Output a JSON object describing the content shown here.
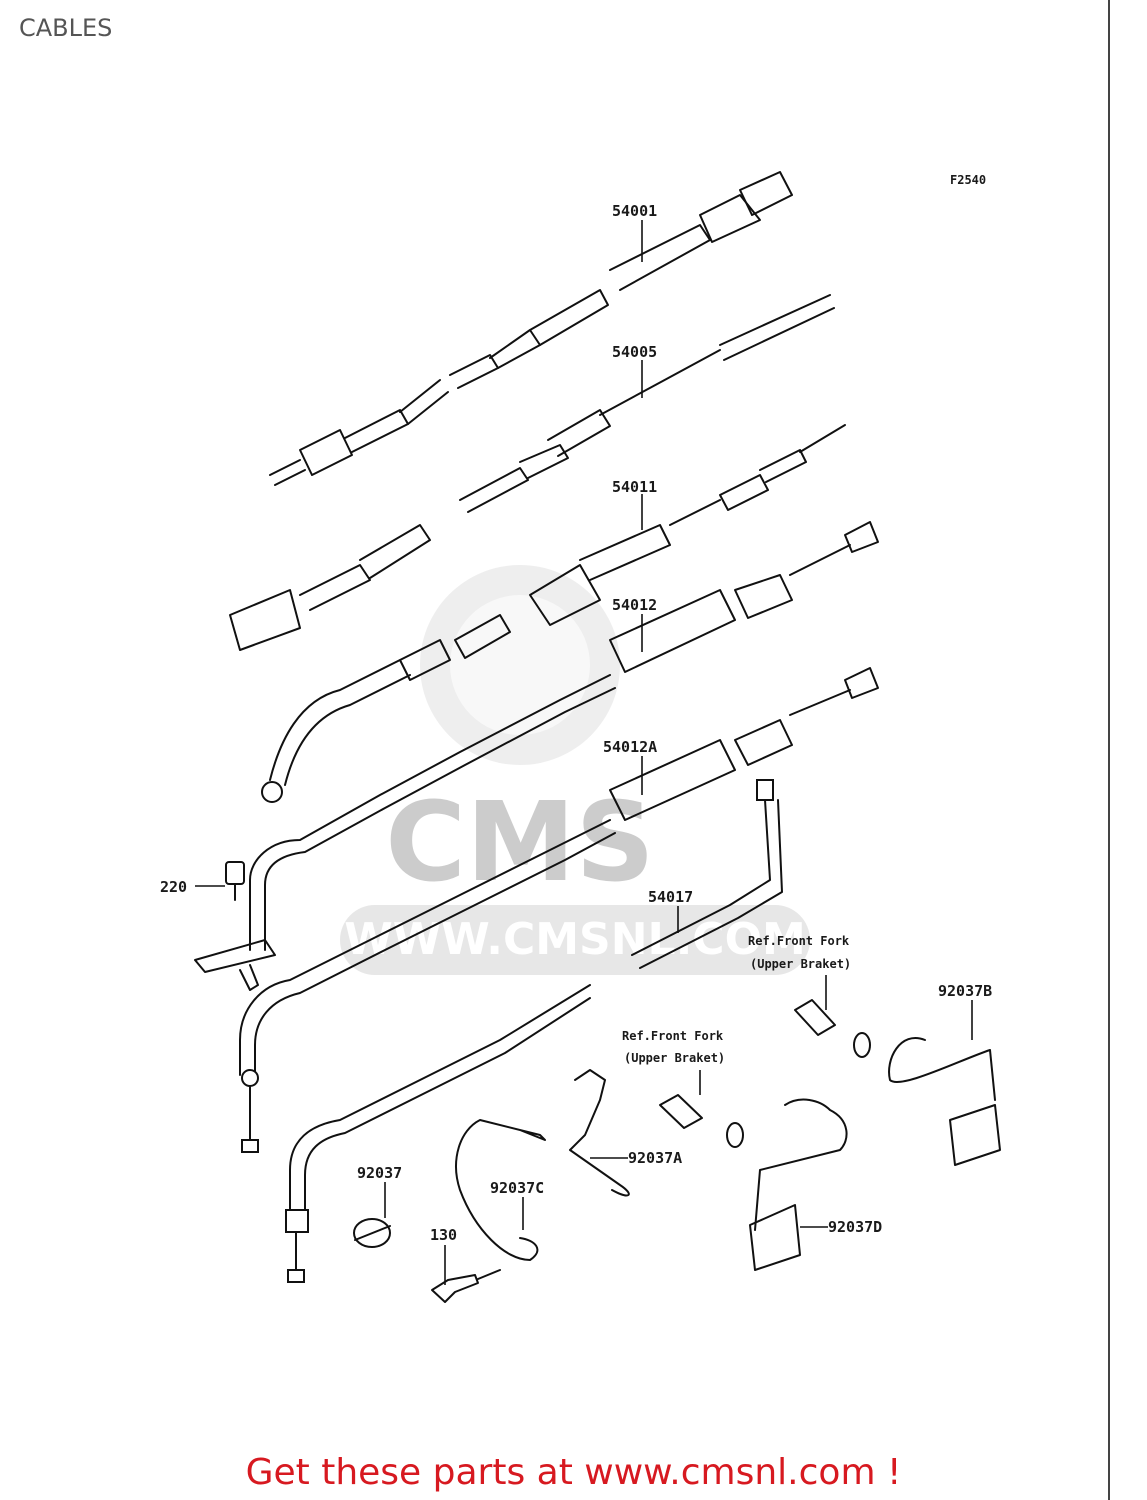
{
  "page": {
    "title": "CABLES"
  },
  "diagram": {
    "figure_code": "F2540",
    "watermark": {
      "brand": "CMS",
      "url": "WWW.CMSNL.COM"
    },
    "parts": [
      {
        "id": "54001",
        "label": "54001"
      },
      {
        "id": "54005",
        "label": "54005"
      },
      {
        "id": "54011",
        "label": "54011"
      },
      {
        "id": "54012",
        "label": "54012"
      },
      {
        "id": "54012A",
        "label": "54012A"
      },
      {
        "id": "54017",
        "label": "54017"
      },
      {
        "id": "220",
        "label": "220"
      },
      {
        "id": "92037",
        "label": "92037"
      },
      {
        "id": "92037A",
        "label": "92037A"
      },
      {
        "id": "92037B",
        "label": "92037B"
      },
      {
        "id": "92037C",
        "label": "92037C"
      },
      {
        "id": "92037D",
        "label": "92037D"
      },
      {
        "id": "130",
        "label": "130"
      }
    ],
    "references": [
      {
        "line1": "Ref.Front Fork",
        "line2": "(Upper Braket)"
      },
      {
        "line1": "Ref.Front Fork",
        "line2": "(Upper Braket)"
      }
    ]
  },
  "footer": {
    "cta": "Get these parts at www.cmsnl.com !"
  }
}
